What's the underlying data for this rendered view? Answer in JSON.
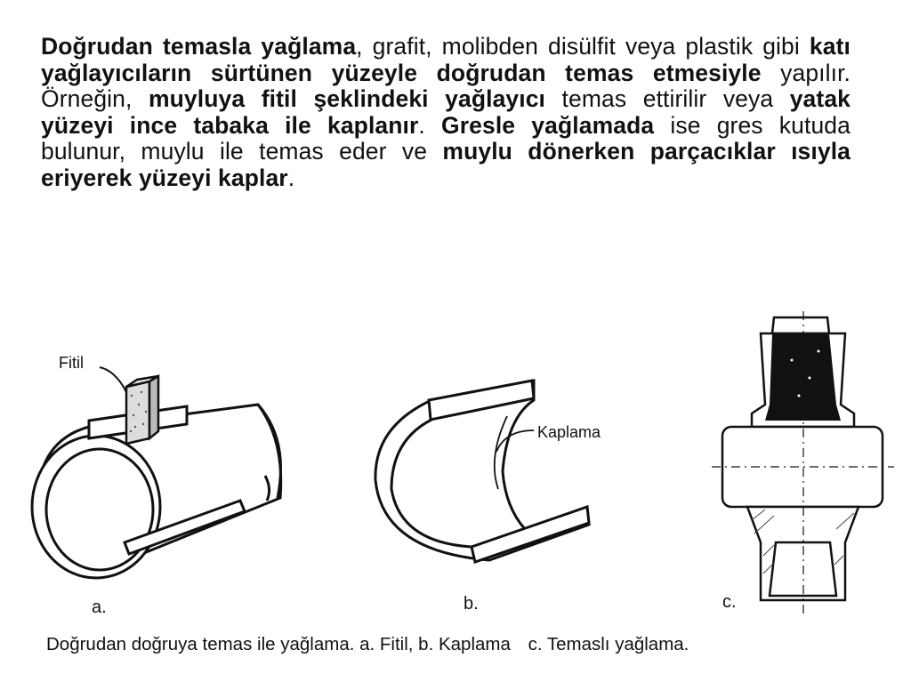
{
  "paragraph": {
    "segments": [
      {
        "text": "Doğrudan temasla yağlama",
        "bold": true
      },
      {
        "text": ", grafit, molibden disülfit veya plastik gibi ",
        "bold": false
      },
      {
        "text": "katı yağlayıcıların sürtünen yüzeyle doğrudan temas etmesiyle",
        "bold": true
      },
      {
        "text": " yapılır. Örneğin, ",
        "bold": false
      },
      {
        "text": "muyluya fitil şeklindeki yağlayıcı",
        "bold": true
      },
      {
        "text": " temas ettirilir veya ",
        "bold": false
      },
      {
        "text": "yatak yüzeyi ince tabaka ile kaplanır",
        "bold": true
      },
      {
        "text": ". ",
        "bold": false
      },
      {
        "text": "Gresle yağlamada",
        "bold": true
      },
      {
        "text": " ise gres kutuda bulunur, muylu ile temas eder ve ",
        "bold": false
      },
      {
        "text": "muylu dönerken parçacıklar ısıyla eriyerek yüzeyi kaplar",
        "bold": true
      },
      {
        "text": ".",
        "bold": false
      }
    ]
  },
  "figures": {
    "a": {
      "label": "a.",
      "callout": "Fitil"
    },
    "b": {
      "label": "b.",
      "callout": "Kaplama"
    },
    "c": {
      "label": "c."
    }
  },
  "caption": {
    "part1": "Doğrudan doğruya temas ile yağlama. a. Fitil, b. Kaplama",
    "part2": "c. Temaslı yağlama."
  }
}
